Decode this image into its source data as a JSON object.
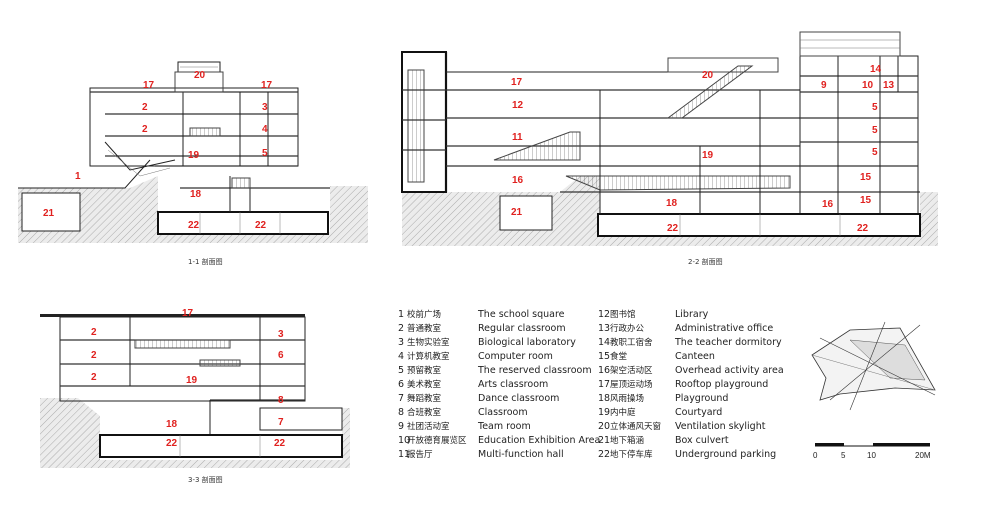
{
  "section_labels": {
    "s1": {
      "caption": "1-1 剖面图",
      "rooms": [
        "17",
        "20",
        "17",
        "2",
        "3",
        "2",
        "4",
        "19",
        "5",
        "1",
        "18",
        "21",
        "22",
        "22"
      ]
    },
    "s2": {
      "caption": "2-2 剖面图",
      "rooms": [
        "17",
        "20",
        "14",
        "9",
        "10",
        "13",
        "12",
        "5",
        "11",
        "5",
        "19",
        "5",
        "16",
        "15",
        "15",
        "18",
        "16",
        "21",
        "22",
        "22"
      ]
    },
    "s3": {
      "caption": "3-3 剖面图",
      "rooms": [
        "17",
        "2",
        "3",
        "2",
        "6",
        "2",
        "19",
        "8",
        "18",
        "7",
        "22",
        "22"
      ]
    }
  },
  "legend": [
    {
      "num": "1",
      "cn": "校前广场",
      "en": "The school square"
    },
    {
      "num": "2",
      "cn": "普通教室",
      "en": "Regular classroom"
    },
    {
      "num": "3",
      "cn": "生物实验室",
      "en": "Biological laboratory"
    },
    {
      "num": "4",
      "cn": "计算机教室",
      "en": "Computer room"
    },
    {
      "num": "5",
      "cn": "预留教室",
      "en": "The reserved classroom"
    },
    {
      "num": "6",
      "cn": "美术教室",
      "en": "Arts classroom"
    },
    {
      "num": "7",
      "cn": "舞蹈教室",
      "en": "Dance classroom"
    },
    {
      "num": "8",
      "cn": "合班教室",
      "en": "Classroom"
    },
    {
      "num": "9",
      "cn": "社团活动室",
      "en": "Team room"
    },
    {
      "num": "10",
      "cn": "开放德育展览区",
      "en": "Education Exhibition Area"
    },
    {
      "num": "11",
      "cn": "报告厅",
      "en": "Multi-function hall"
    },
    {
      "num": "12",
      "cn": "图书馆",
      "en": "Library"
    },
    {
      "num": "13",
      "cn": "行政办公",
      "en": "Administrative office"
    },
    {
      "num": "14",
      "cn": "教职工宿舍",
      "en": "The teacher dormitory"
    },
    {
      "num": "15",
      "cn": "食堂",
      "en": "Canteen"
    },
    {
      "num": "16",
      "cn": "架空活动区",
      "en": "Overhead activity area"
    },
    {
      "num": "17",
      "cn": "屋顶运动场",
      "en": "Rooftop playground"
    },
    {
      "num": "18",
      "cn": "风雨操场",
      "en": "Playground"
    },
    {
      "num": "19",
      "cn": "内中庭",
      "en": "Courtyard"
    },
    {
      "num": "20",
      "cn": "立体通风天窗",
      "en": "Ventilation skylight"
    },
    {
      "num": "21",
      "cn": "地下箱涵",
      "en": "Box culvert"
    },
    {
      "num": "22",
      "cn": "地下停车库",
      "en": "Underground parking"
    }
  ],
  "scale_bar": {
    "ticks": [
      "0",
      "5",
      "10",
      "20M"
    ]
  }
}
